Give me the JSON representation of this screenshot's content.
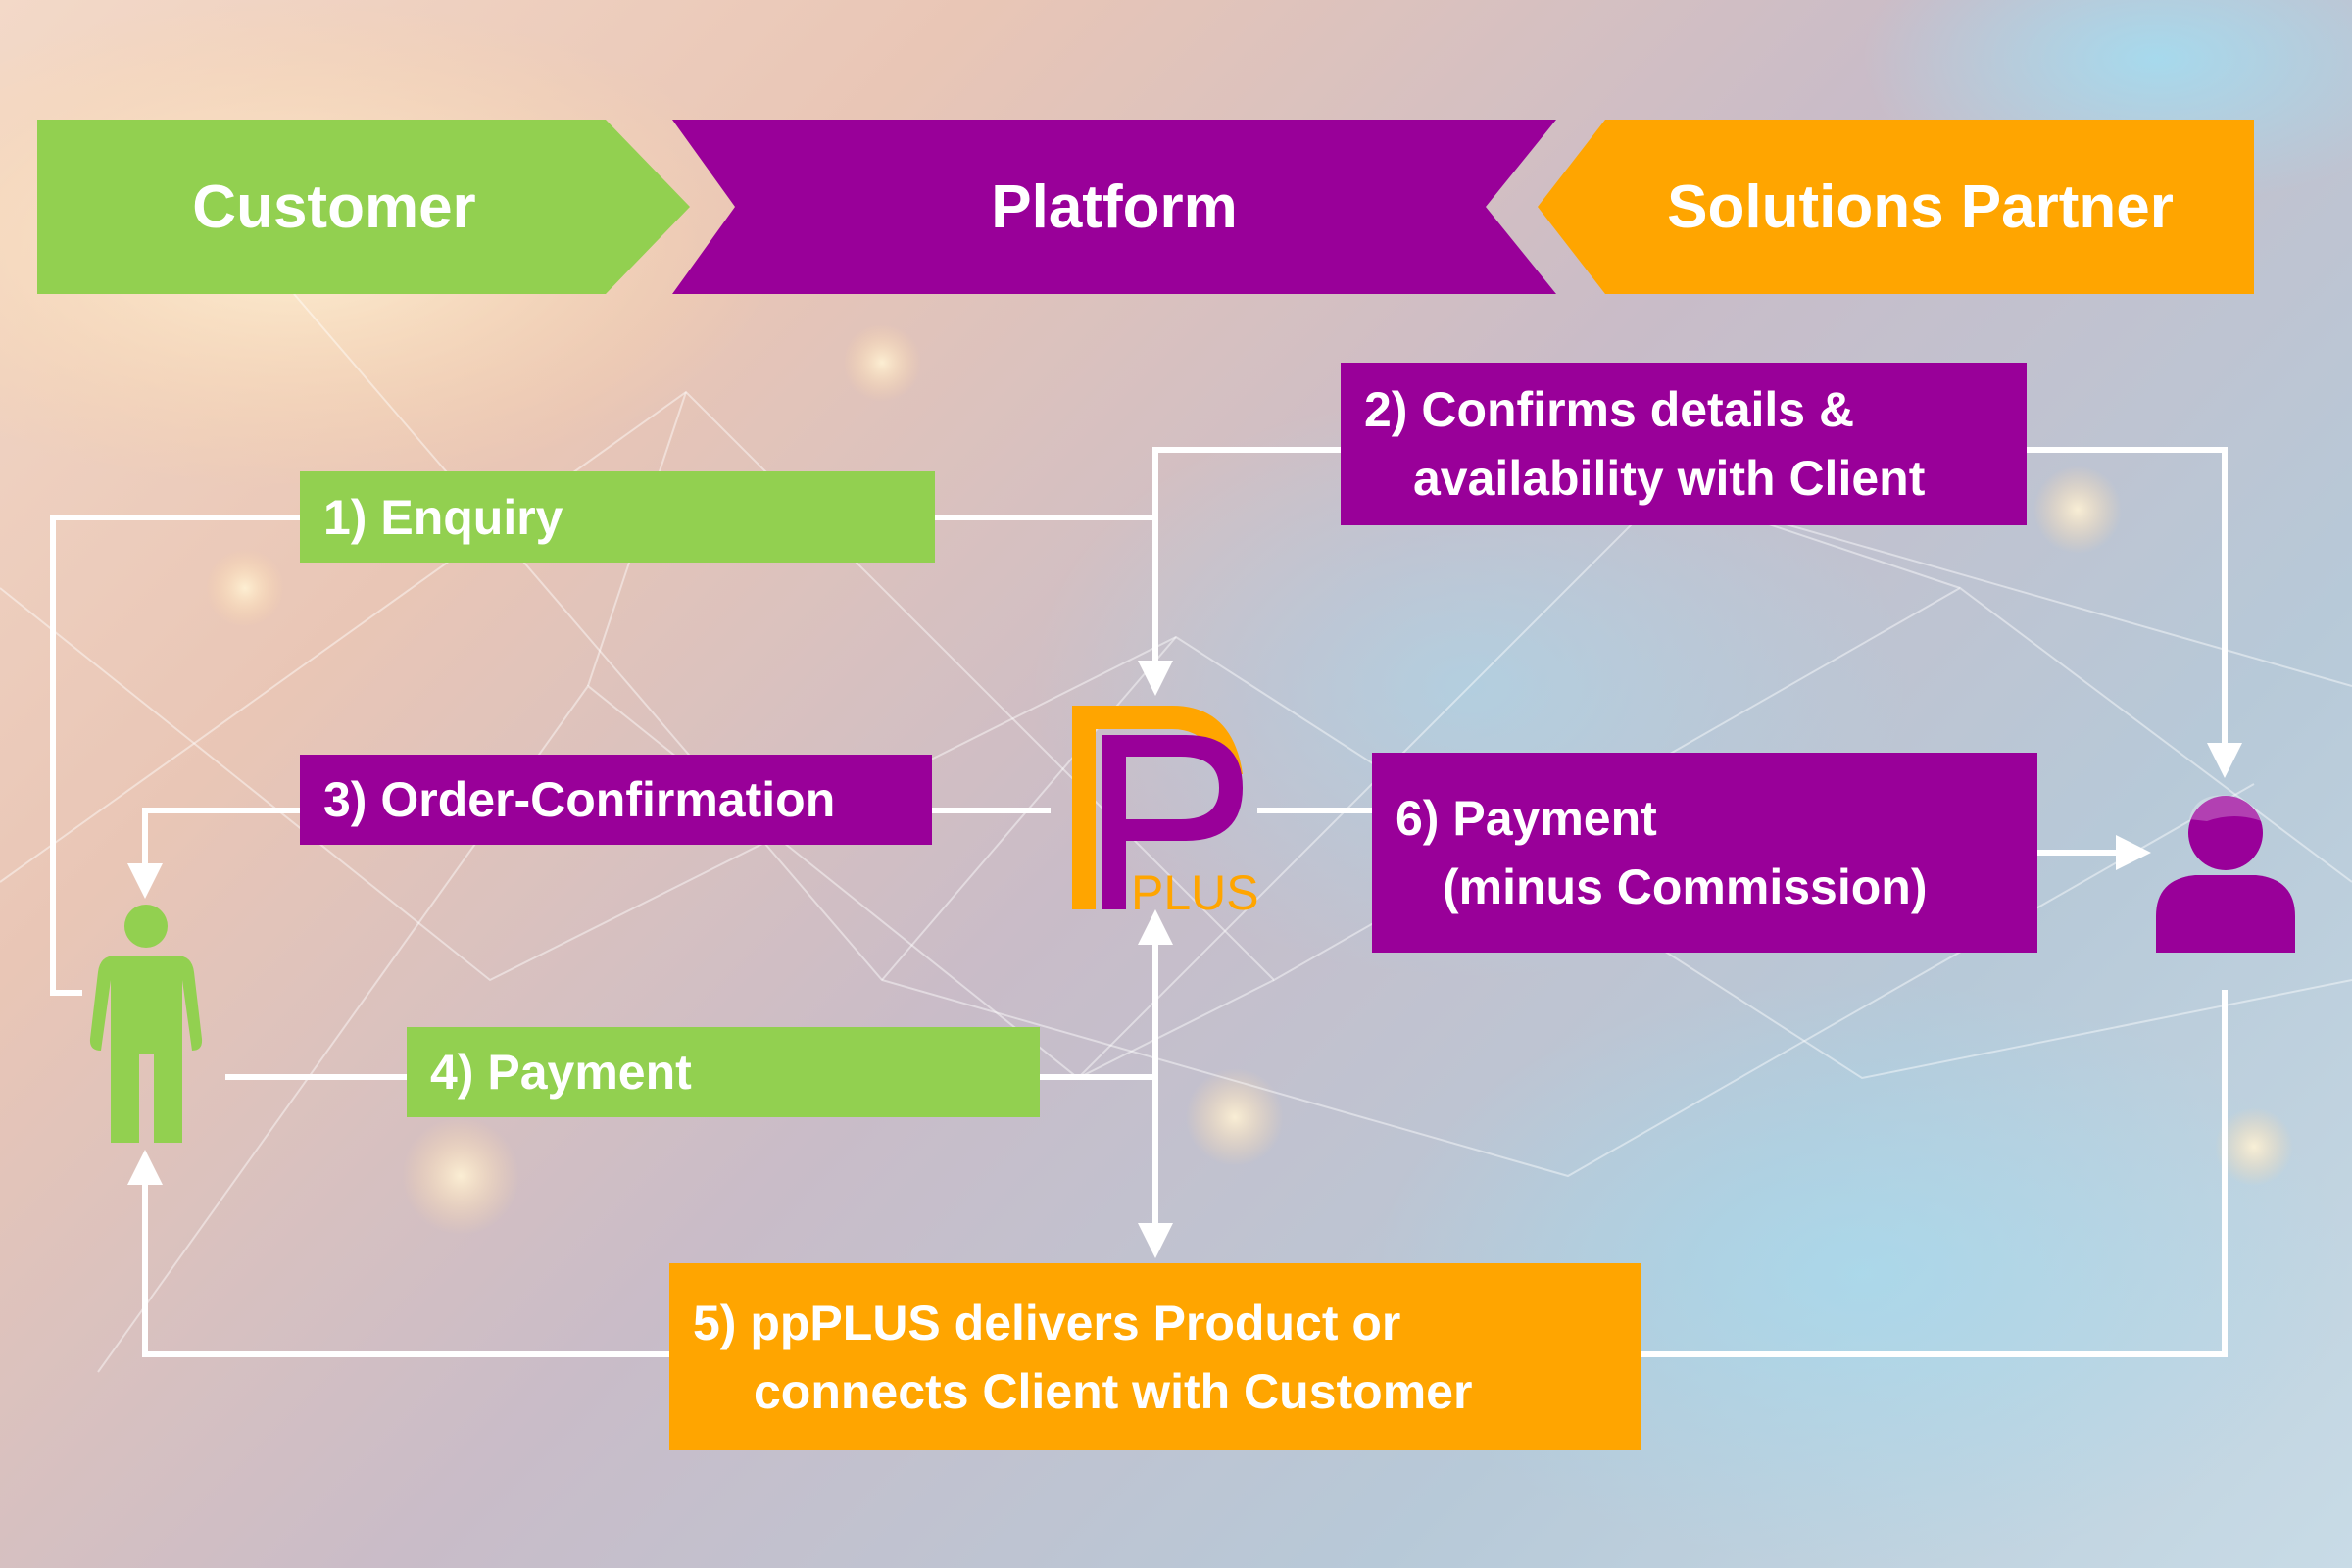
{
  "header": {
    "customer": "Customer",
    "platform": "Platform",
    "partner": "Solutions Partner"
  },
  "steps": {
    "s1": "1) Enquiry",
    "s2a": "2) Confirms details &",
    "s2b": "availability with Client",
    "s3": "3) Order-Confirmation",
    "s4": "4) Payment",
    "s5a": "5) ppPLUS delivers Product or",
    "s5b": "connects Client with Customer",
    "s6a": "6) Payment",
    "s6b": "(minus Commission)"
  },
  "logo": {
    "text": "PLUS"
  },
  "colors": {
    "green": "#92d050",
    "purple": "#990099",
    "orange": "#ffa500"
  }
}
